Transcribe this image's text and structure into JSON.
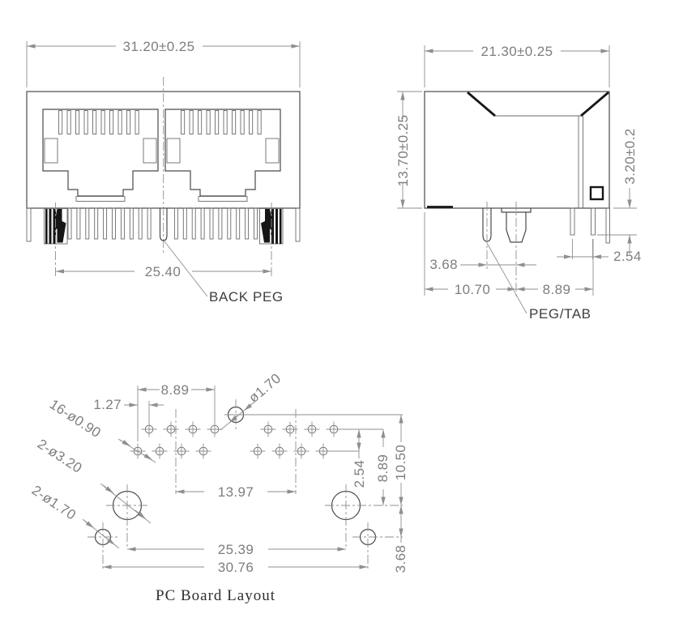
{
  "colors": {
    "background": "#ffffff",
    "object_line": "#4a4a4a",
    "thick_line": "#161616",
    "dimension_line": "#8f8f8f",
    "dimension_text": "#7e7e7e",
    "label_text": "#3f3f3f",
    "caption_text": "#2f2f2f"
  },
  "front_view": {
    "width_dim": "31.20±0.25",
    "peg_span_dim": "25.40",
    "back_peg_label": "BACK PEG"
  },
  "side_view": {
    "depth_dim": "21.30±0.25",
    "height_dim": "13.70±0.25",
    "pin_protrusion_dim": "3.20±0.2",
    "peg_offset_dim": "3.68",
    "front_to_post_dim": "10.70",
    "pin_field_dim": "8.89",
    "pin_pitch_dim": "2.54",
    "peg_label": "PEG/TAB"
  },
  "pcb_layout": {
    "caption": "PC Board Layout",
    "pin_span_dim": "8.89",
    "stagger_dim": "1.27",
    "back_peg_hole_dia": "ø1.70",
    "pin_holes_spec": "16-ø0.90",
    "post_holes_spec": "2-ø3.20",
    "small_holes_spec": "2-ø1.70",
    "port_pitch_dim": "13.97",
    "row_pitch_dim": "2.54",
    "row_to_post_dim": "8.89",
    "peg_to_post_dim": "10.50",
    "post_to_small_dim": "3.68",
    "post_span_dim": "25.39",
    "small_span_dim": "30.76"
  }
}
